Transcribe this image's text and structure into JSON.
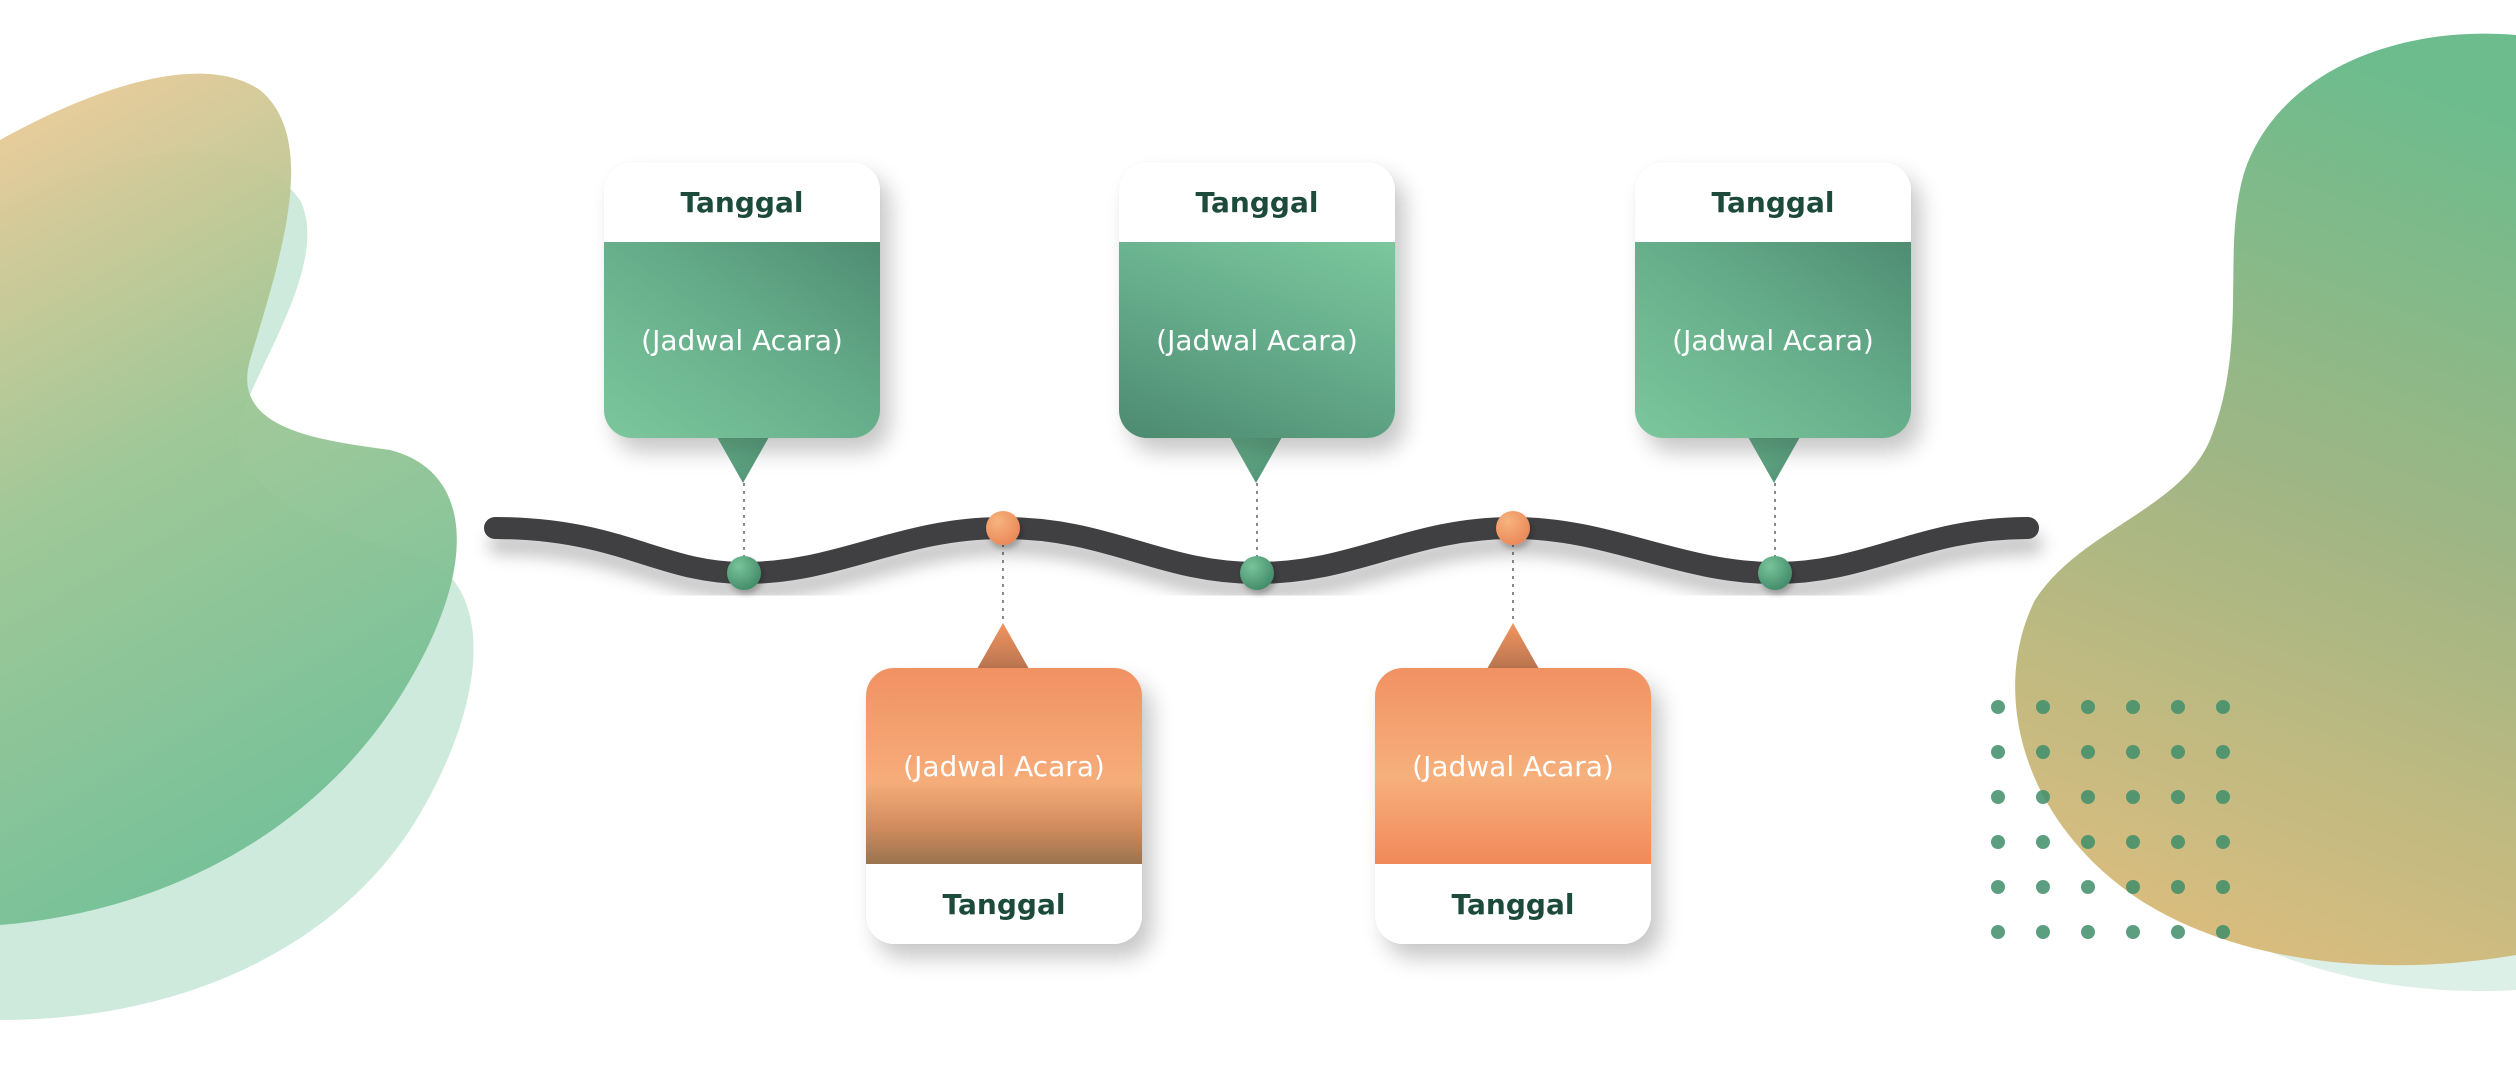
{
  "colors": {
    "green_accent": "#6fb98f",
    "orange_accent": "#f29466",
    "road": "#414042",
    "title_text": "#1c4a3b"
  },
  "timeline": {
    "events": [
      {
        "position": "above",
        "date": "Tanggal",
        "event": "(Jadwal Acara)",
        "color": "green"
      },
      {
        "position": "below",
        "date": "Tanggal",
        "event": "(Jadwal Acara)",
        "color": "orange"
      },
      {
        "position": "above",
        "date": "Tanggal",
        "event": "(Jadwal Acara)",
        "color": "green"
      },
      {
        "position": "below",
        "date": "Tanggal",
        "event": "(Jadwal Acara)",
        "color": "orange"
      },
      {
        "position": "above",
        "date": "Tanggal",
        "event": "(Jadwal Acara)",
        "color": "green"
      }
    ]
  }
}
